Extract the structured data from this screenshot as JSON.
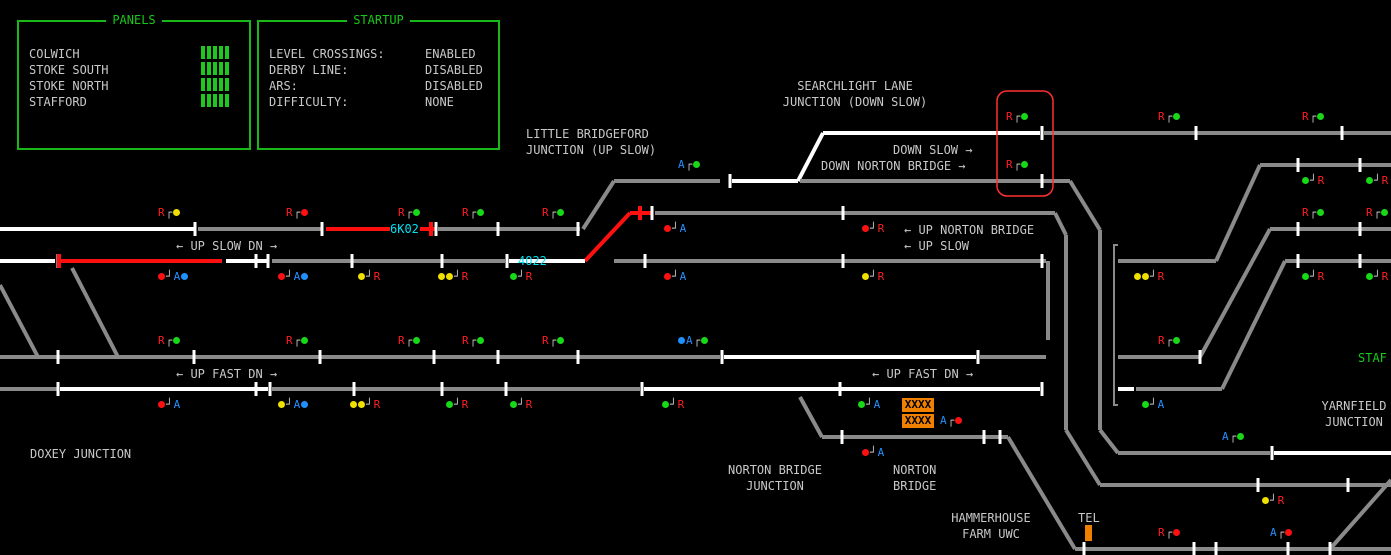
{
  "panels": {
    "title": "PANELS",
    "items": [
      {
        "name": "COLWICH"
      },
      {
        "name": "STOKE SOUTH"
      },
      {
        "name": "STOKE NORTH"
      },
      {
        "name": "STAFFORD"
      }
    ]
  },
  "startup": {
    "title": "STARTUP",
    "items": [
      {
        "key": "LEVEL CROSSINGS:",
        "value": "ENABLED"
      },
      {
        "key": "DERBY LINE:",
        "value": "DISABLED"
      },
      {
        "key": "ARS:",
        "value": "DISABLED"
      },
      {
        "key": "DIFFICULTY:",
        "value": "NONE"
      }
    ]
  },
  "locations": {
    "searchlight": "SEARCHLIGHT LANE\nJUNCTION (DOWN SLOW)",
    "little_bridgeford": "LITTLE BRIDGEFORD\nJUNCTION (UP SLOW)",
    "doxey": "DOXEY JUNCTION",
    "norton_bridge_jn": "NORTON BRIDGE\nJUNCTION",
    "norton_bridge": "NORTON\nBRIDGE",
    "hammerhouse": "HAMMERHOUSE\nFARM UWC",
    "yarnfield": "YARNFIELD\nJUNCTION",
    "stafford": "STAF",
    "tel": "TEL"
  },
  "line_labels": {
    "down_slow": "DOWN SLOW →",
    "down_norton": "DOWN NORTON BRIDGE →",
    "up_slow_dn": "← UP SLOW DN →",
    "up_norton": "← UP NORTON BRIDGE",
    "up_slow": "← UP SLOW",
    "up_fast_dn_1": "← UP FAST DN →",
    "up_fast_dn_2": "← UP FAST DN →"
  },
  "headcodes": {
    "h1": "6K02",
    "h2": "4O22"
  },
  "blocked": {
    "line1": "XXXX",
    "line2": "XXXX"
  },
  "signal_text": {
    "r": "R",
    "a": "A"
  },
  "colors": {
    "panel_border": "#18b818",
    "track_idle": "#8a8a8a",
    "track_set": "#ffffff",
    "track_occupied": "#ff1010",
    "headcode": "#00e0f0",
    "blocked": "#f08000",
    "highlight": "#ff3030"
  }
}
